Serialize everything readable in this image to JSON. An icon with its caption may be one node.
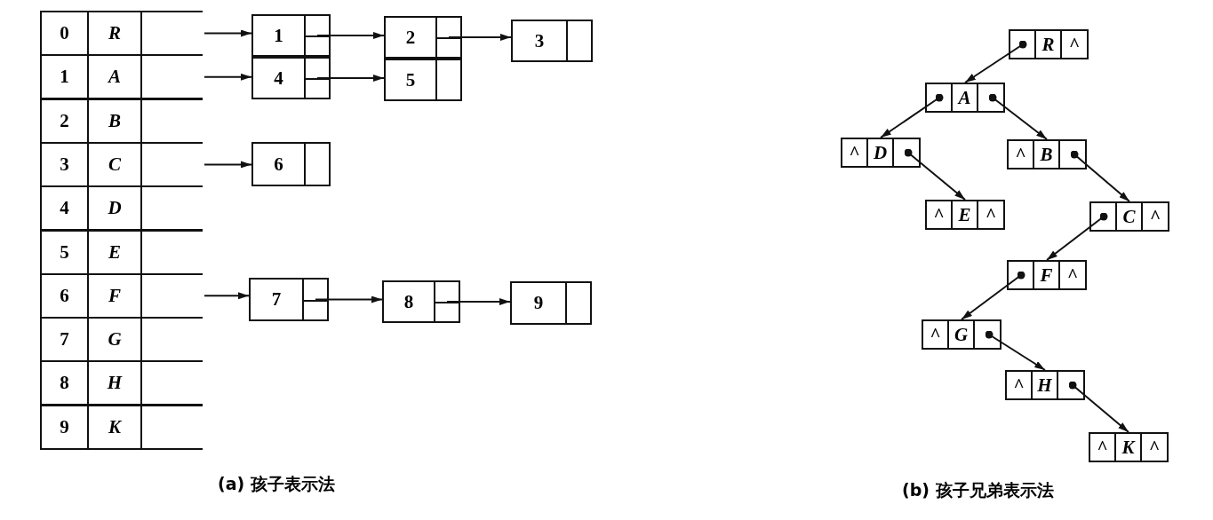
{
  "diagram": {
    "nodes": [
      {
        "text": [
          "0",
          "R"
        ]
      },
      {
        "text": [
          "1",
          "A"
        ]
      },
      {
        "text": [
          "2",
          "B"
        ]
      },
      {
        "text": [
          "3",
          "C"
        ]
      },
      {
        "text": [
          "4",
          "D"
        ]
      },
      {
        "text": [
          "5",
          "E"
        ]
      },
      {
        "text": [
          "6",
          "F"
        ]
      },
      {
        "text": [
          "7",
          "G"
        ]
      },
      {
        "text": [
          "8",
          "H"
        ]
      },
      {
        "text": [
          "9",
          "K"
        ]
      },
      {
        "text": [
          "1"
        ]
      },
      {
        "text": [
          "2"
        ]
      },
      {
        "text": [
          "3"
        ]
      },
      {
        "text": [
          "4"
        ]
      },
      {
        "text": [
          "5"
        ]
      },
      {
        "text": [
          "6"
        ]
      },
      {
        "text": [
          "7"
        ]
      },
      {
        "text": [
          "8"
        ]
      },
      {
        "text": [
          "9"
        ]
      },
      {
        "text": [
          "R",
          "^"
        ]
      },
      {
        "text": [
          "A"
        ]
      },
      {
        "text": [
          "^",
          "D"
        ]
      },
      {
        "text": [
          "^",
          "B"
        ]
      },
      {
        "text": [
          "^",
          "E",
          "^"
        ]
      },
      {
        "text": [
          "C",
          "^"
        ]
      },
      {
        "text": [
          "F",
          "^"
        ]
      },
      {
        "text": [
          "^",
          "G"
        ]
      },
      {
        "text": [
          "^",
          "H"
        ]
      },
      {
        "text": [
          "^",
          "K",
          "^"
        ]
      }
    ],
    "edges": [
      {
        "from": 0,
        "to": 10,
        "arrow": "to"
      },
      {
        "from": 10,
        "to": 11,
        "arrow": "to"
      },
      {
        "from": 11,
        "to": 12,
        "arrow": "to"
      },
      {
        "from": 1,
        "to": 13,
        "arrow": "to"
      },
      {
        "from": 13,
        "to": 14,
        "arrow": "to"
      },
      {
        "from": 3,
        "to": 15,
        "arrow": "to"
      },
      {
        "from": 6,
        "to": 16,
        "arrow": "to"
      },
      {
        "from": 16,
        "to": 17,
        "arrow": "to"
      },
      {
        "from": 17,
        "to": 18,
        "arrow": "to"
      },
      {
        "from": 19,
        "to": 20,
        "arrow": "to"
      },
      {
        "from": 20,
        "to": 21,
        "arrow": "to"
      },
      {
        "from": 20,
        "to": 22,
        "arrow": "to"
      },
      {
        "from": 21,
        "to": 23,
        "arrow": "to"
      },
      {
        "from": 22,
        "to": 24,
        "arrow": "to"
      },
      {
        "from": 24,
        "to": 25,
        "arrow": "to"
      },
      {
        "from": 25,
        "to": 26,
        "arrow": "to"
      },
      {
        "from": 26,
        "to": 27,
        "arrow": "to"
      },
      {
        "from": 27,
        "to": 28,
        "arrow": "to"
      }
    ],
    "labels": [
      "(a) 孩子表示法",
      "(b) 孩子兄弟表示法"
    ]
  }
}
